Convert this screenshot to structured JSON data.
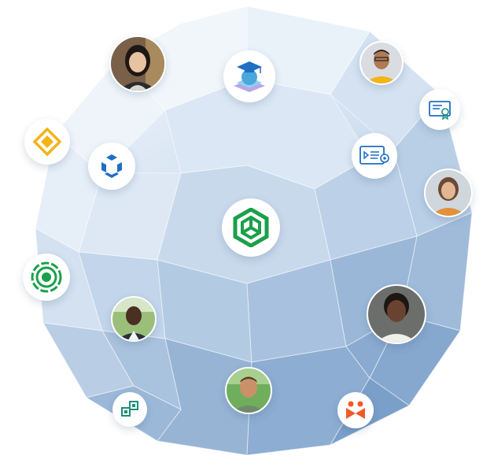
{
  "colors": {
    "brand_green": "#1aa04a",
    "brand_blue": "#1f6fc4",
    "gold": "#f2b417",
    "orange": "#f05a28",
    "teal": "#1a8f7a",
    "sphere_light": "#eef4fb",
    "sphere_dark": "#7fa3c9"
  },
  "nodes": [
    {
      "name": "hub-logo-icon",
      "kind": "icon"
    },
    {
      "name": "graduation-cap-icon",
      "kind": "icon"
    },
    {
      "name": "certificate-icon",
      "kind": "icon"
    },
    {
      "name": "learning-path-icon",
      "kind": "icon"
    },
    {
      "name": "diamond-badge-icon",
      "kind": "icon"
    },
    {
      "name": "cube-pieces-icon",
      "kind": "icon"
    },
    {
      "name": "target-ring-icon",
      "kind": "icon"
    },
    {
      "name": "squares-icon",
      "kind": "icon"
    },
    {
      "name": "bowtie-people-icon",
      "kind": "icon"
    },
    {
      "name": "avatar-woman-top-left",
      "kind": "avatar"
    },
    {
      "name": "avatar-man-top-right",
      "kind": "avatar"
    },
    {
      "name": "avatar-person-right",
      "kind": "avatar"
    },
    {
      "name": "avatar-woman-right",
      "kind": "avatar"
    },
    {
      "name": "avatar-man-left",
      "kind": "avatar"
    },
    {
      "name": "avatar-man-bottom",
      "kind": "avatar"
    }
  ]
}
